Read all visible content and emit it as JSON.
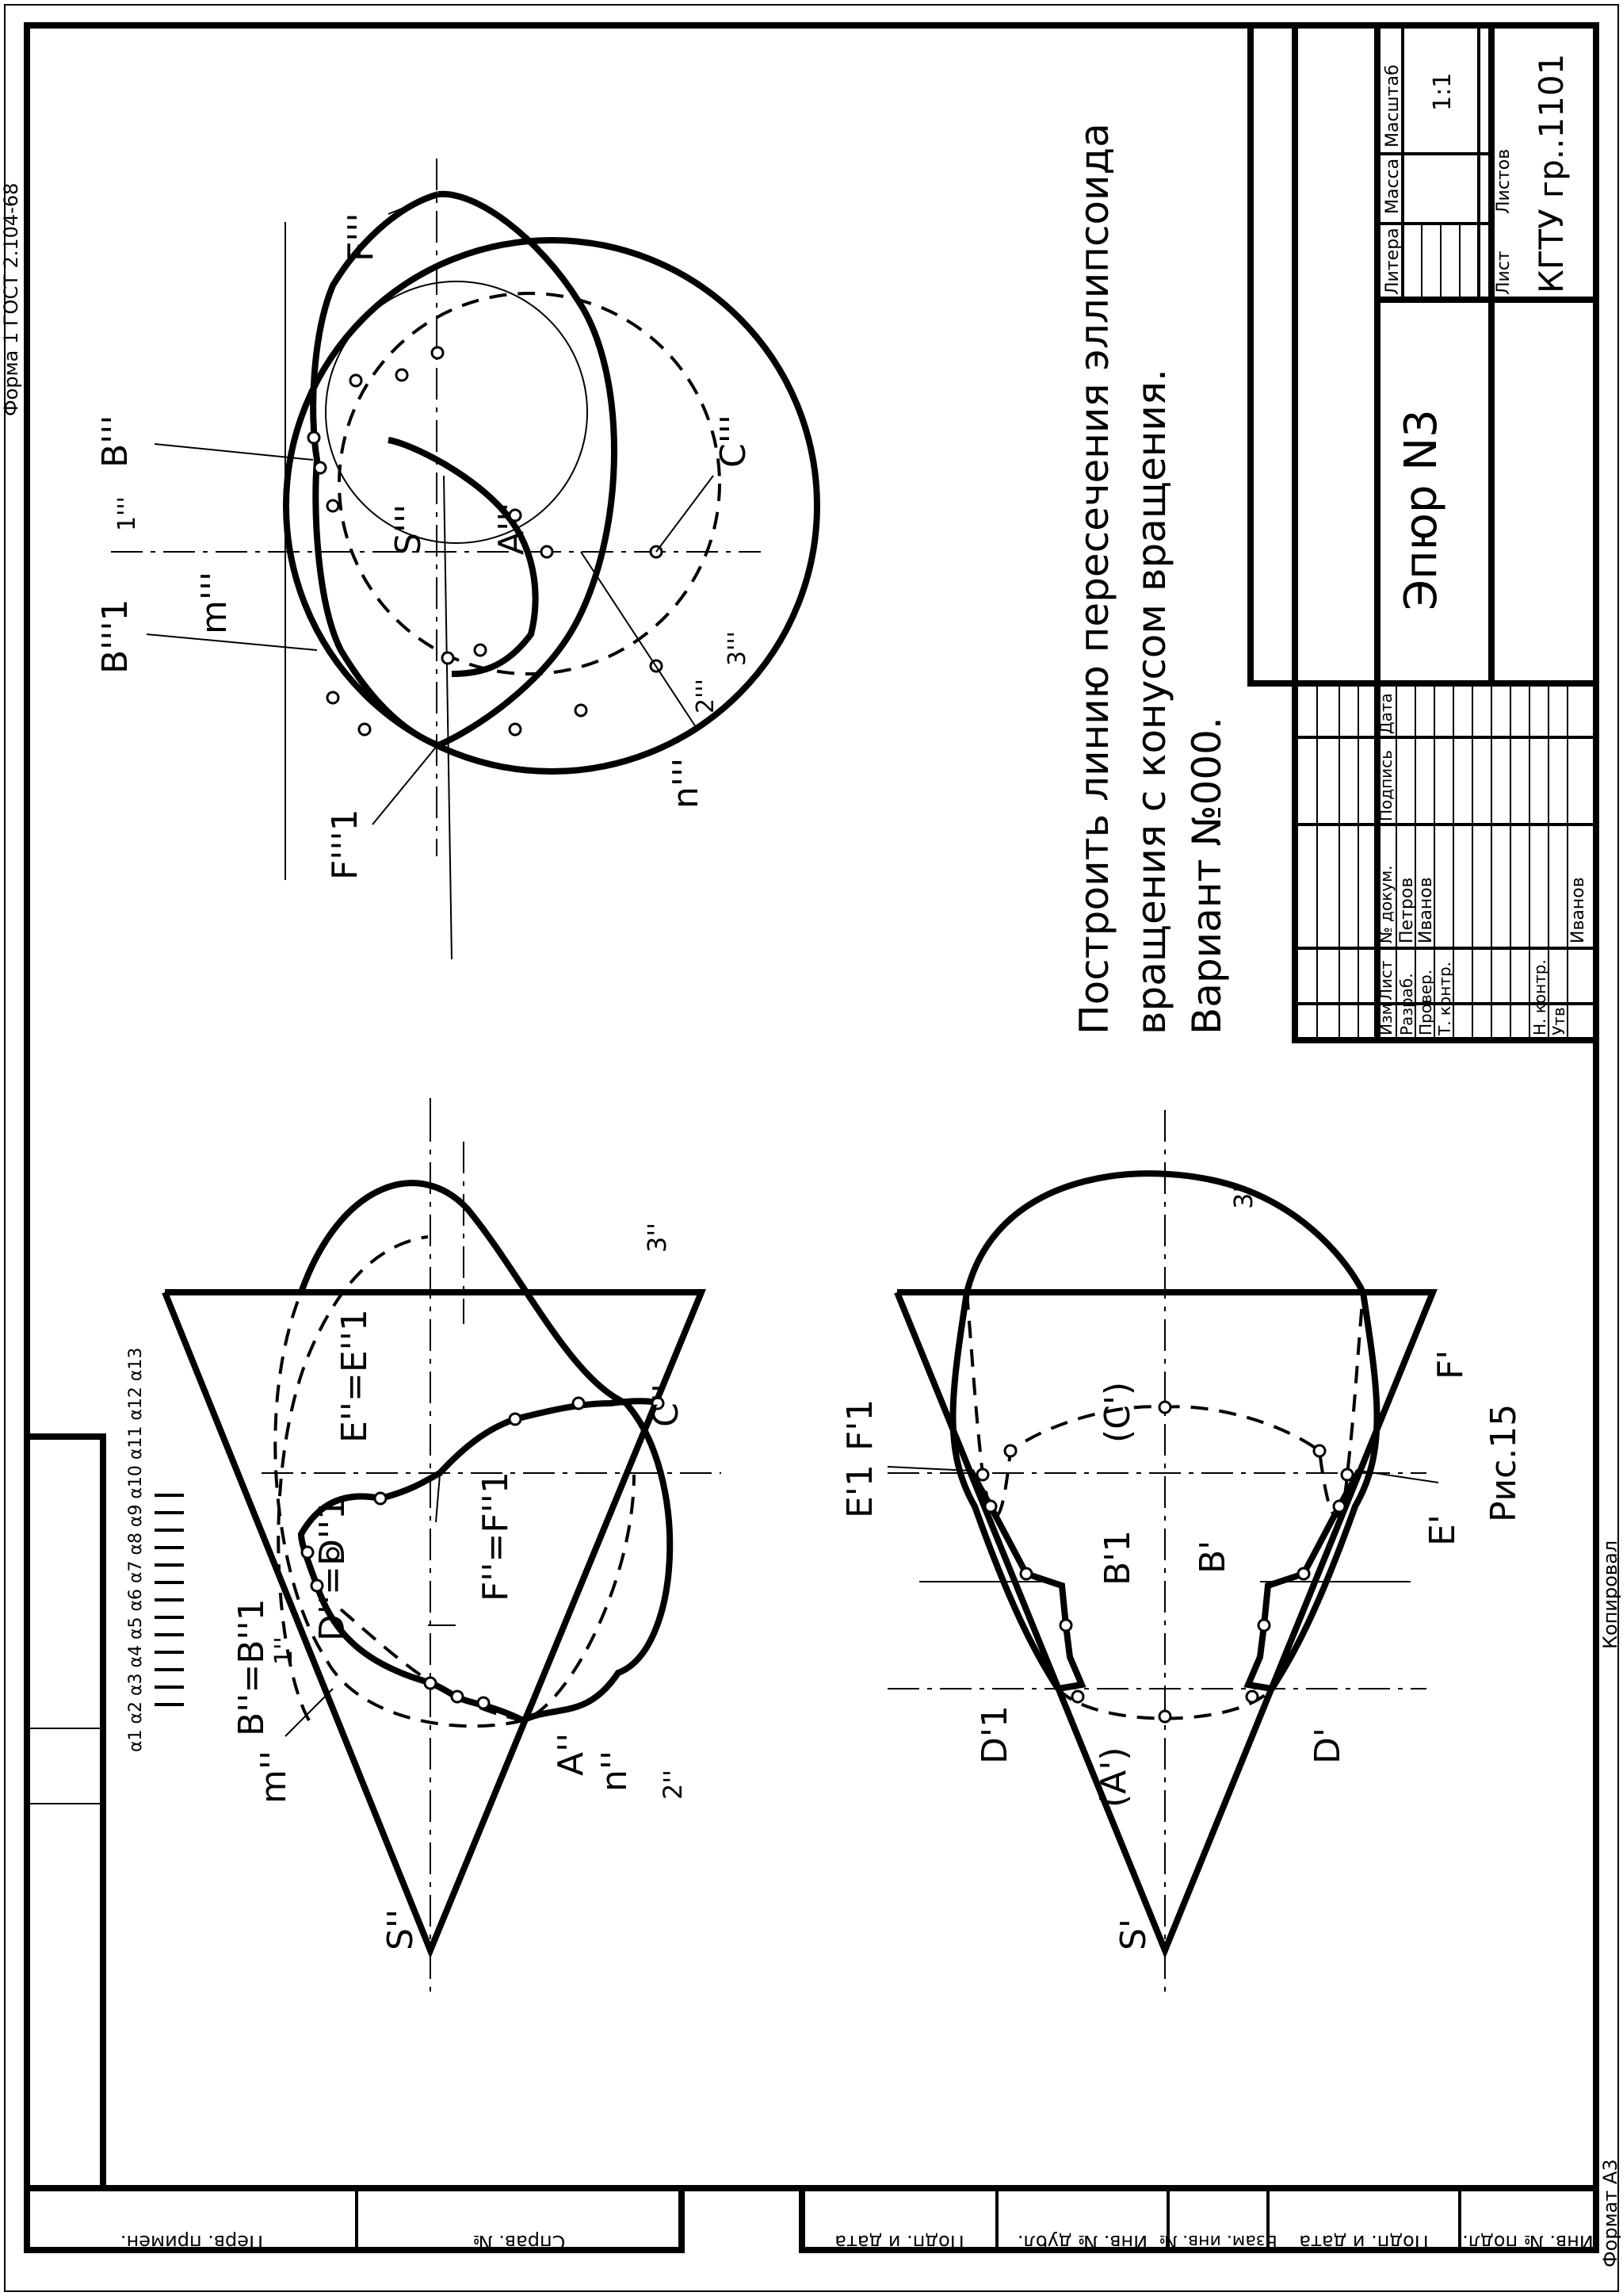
{
  "header": {
    "forma": "Форма 1   ГОСТ 2.104-68",
    "format": "Формат А3",
    "kopiroval": "Копировал"
  },
  "task": {
    "line1": "Построить линию пересечения эллипсоида",
    "line2": "вращения с конусом вращения.",
    "line3": "Вариант №000."
  },
  "figure": {
    "caption": "Рис.15"
  },
  "title_block": {
    "title": "Эпюр N3",
    "organization": "КГТУ гр..1101",
    "col_litera": "Литера",
    "col_massa": "Масса",
    "col_masshtab": "Масштаб",
    "scale_value": "1:1",
    "col_list": "Лист",
    "col_listov": "Листов",
    "h_izm": "Изм",
    "h_list": "Лист",
    "h_doc": "№ докум.",
    "h_podpis": "Подпись",
    "h_data": "Дата",
    "r_razrab": "Разраб.",
    "r_prover": "Провер.",
    "r_tkontr": "Т. контр.",
    "r_nkontr": "Н. контр.",
    "r_utv": "Утв.",
    "n_razrab": "Петров",
    "n_prover": "Иванов",
    "n_utv": "Иванов"
  },
  "margin": {
    "perv_primen": "Перв. примен.",
    "sprav_no": "Справ. №",
    "podp_data_1": "Подп. и дата",
    "inv_dubl": "Инв. № дубл.",
    "vzam_inv": "Взам. инв. №",
    "podp_data_2": "Подп. и дата",
    "inv_podl": "Инв. № подл."
  },
  "labels": {
    "S2": "S''",
    "S1": "S'",
    "B2B1": "B''=B''1",
    "D2D1": "D''=D''1",
    "E2E1": "E''=E''1",
    "F2F1": "F''=F''1",
    "C2": "C''",
    "A2": "A''",
    "m2": "m''",
    "n2": "n''",
    "one2": "1''",
    "two2": "2''",
    "three2": "3''",
    "alphas": "α1 α2 α3 α4 α5 α6 α7 α8 α9 α10 α11 α12 α13",
    "E1p": "E'1",
    "F1p": "F'1",
    "Ep": "E'",
    "Fp": "F'",
    "D1p": "D'1",
    "Dp": "D'",
    "B1p": "B'1",
    "Bp": "B'",
    "Ap": "(A')",
    "Cp": "(C')",
    "three1": "3'",
    "F3": "F'''",
    "F3_1": "F'''1",
    "B3": "B'''",
    "B3_1": "B'''1",
    "S3": "S'''",
    "A3": "A'''",
    "C3": "C'''",
    "m3": "m'''",
    "n3": "n'''",
    "one3": "1'''",
    "two3": "2'''",
    "three3": "3'''"
  },
  "colors": {
    "ink": "#000000",
    "paper": "#ffffff"
  }
}
